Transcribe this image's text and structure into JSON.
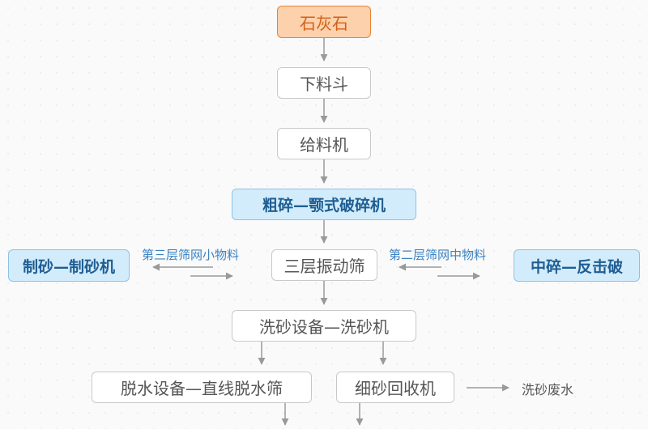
{
  "diagram": {
    "nodes": {
      "limestone": "石灰石",
      "hopper": "下料斗",
      "feeder": "给料机",
      "primary_crusher": "粗碎—颚式破碎机",
      "vibrating_screen": "三层振动筛",
      "sand_making": "制砂—制砂机",
      "secondary_crusher": "中碎—反击破",
      "sand_washer": "洗砂设备—洗砂机",
      "dewatering_screen": "脱水设备—直线脱水筛",
      "fine_sand_recycler": "细砂回收机"
    },
    "edge_labels": {
      "third_layer_small": "第三层筛网小物料",
      "second_layer_medium": "第二层筛网中物料",
      "wastewater": "洗砂废水"
    }
  }
}
